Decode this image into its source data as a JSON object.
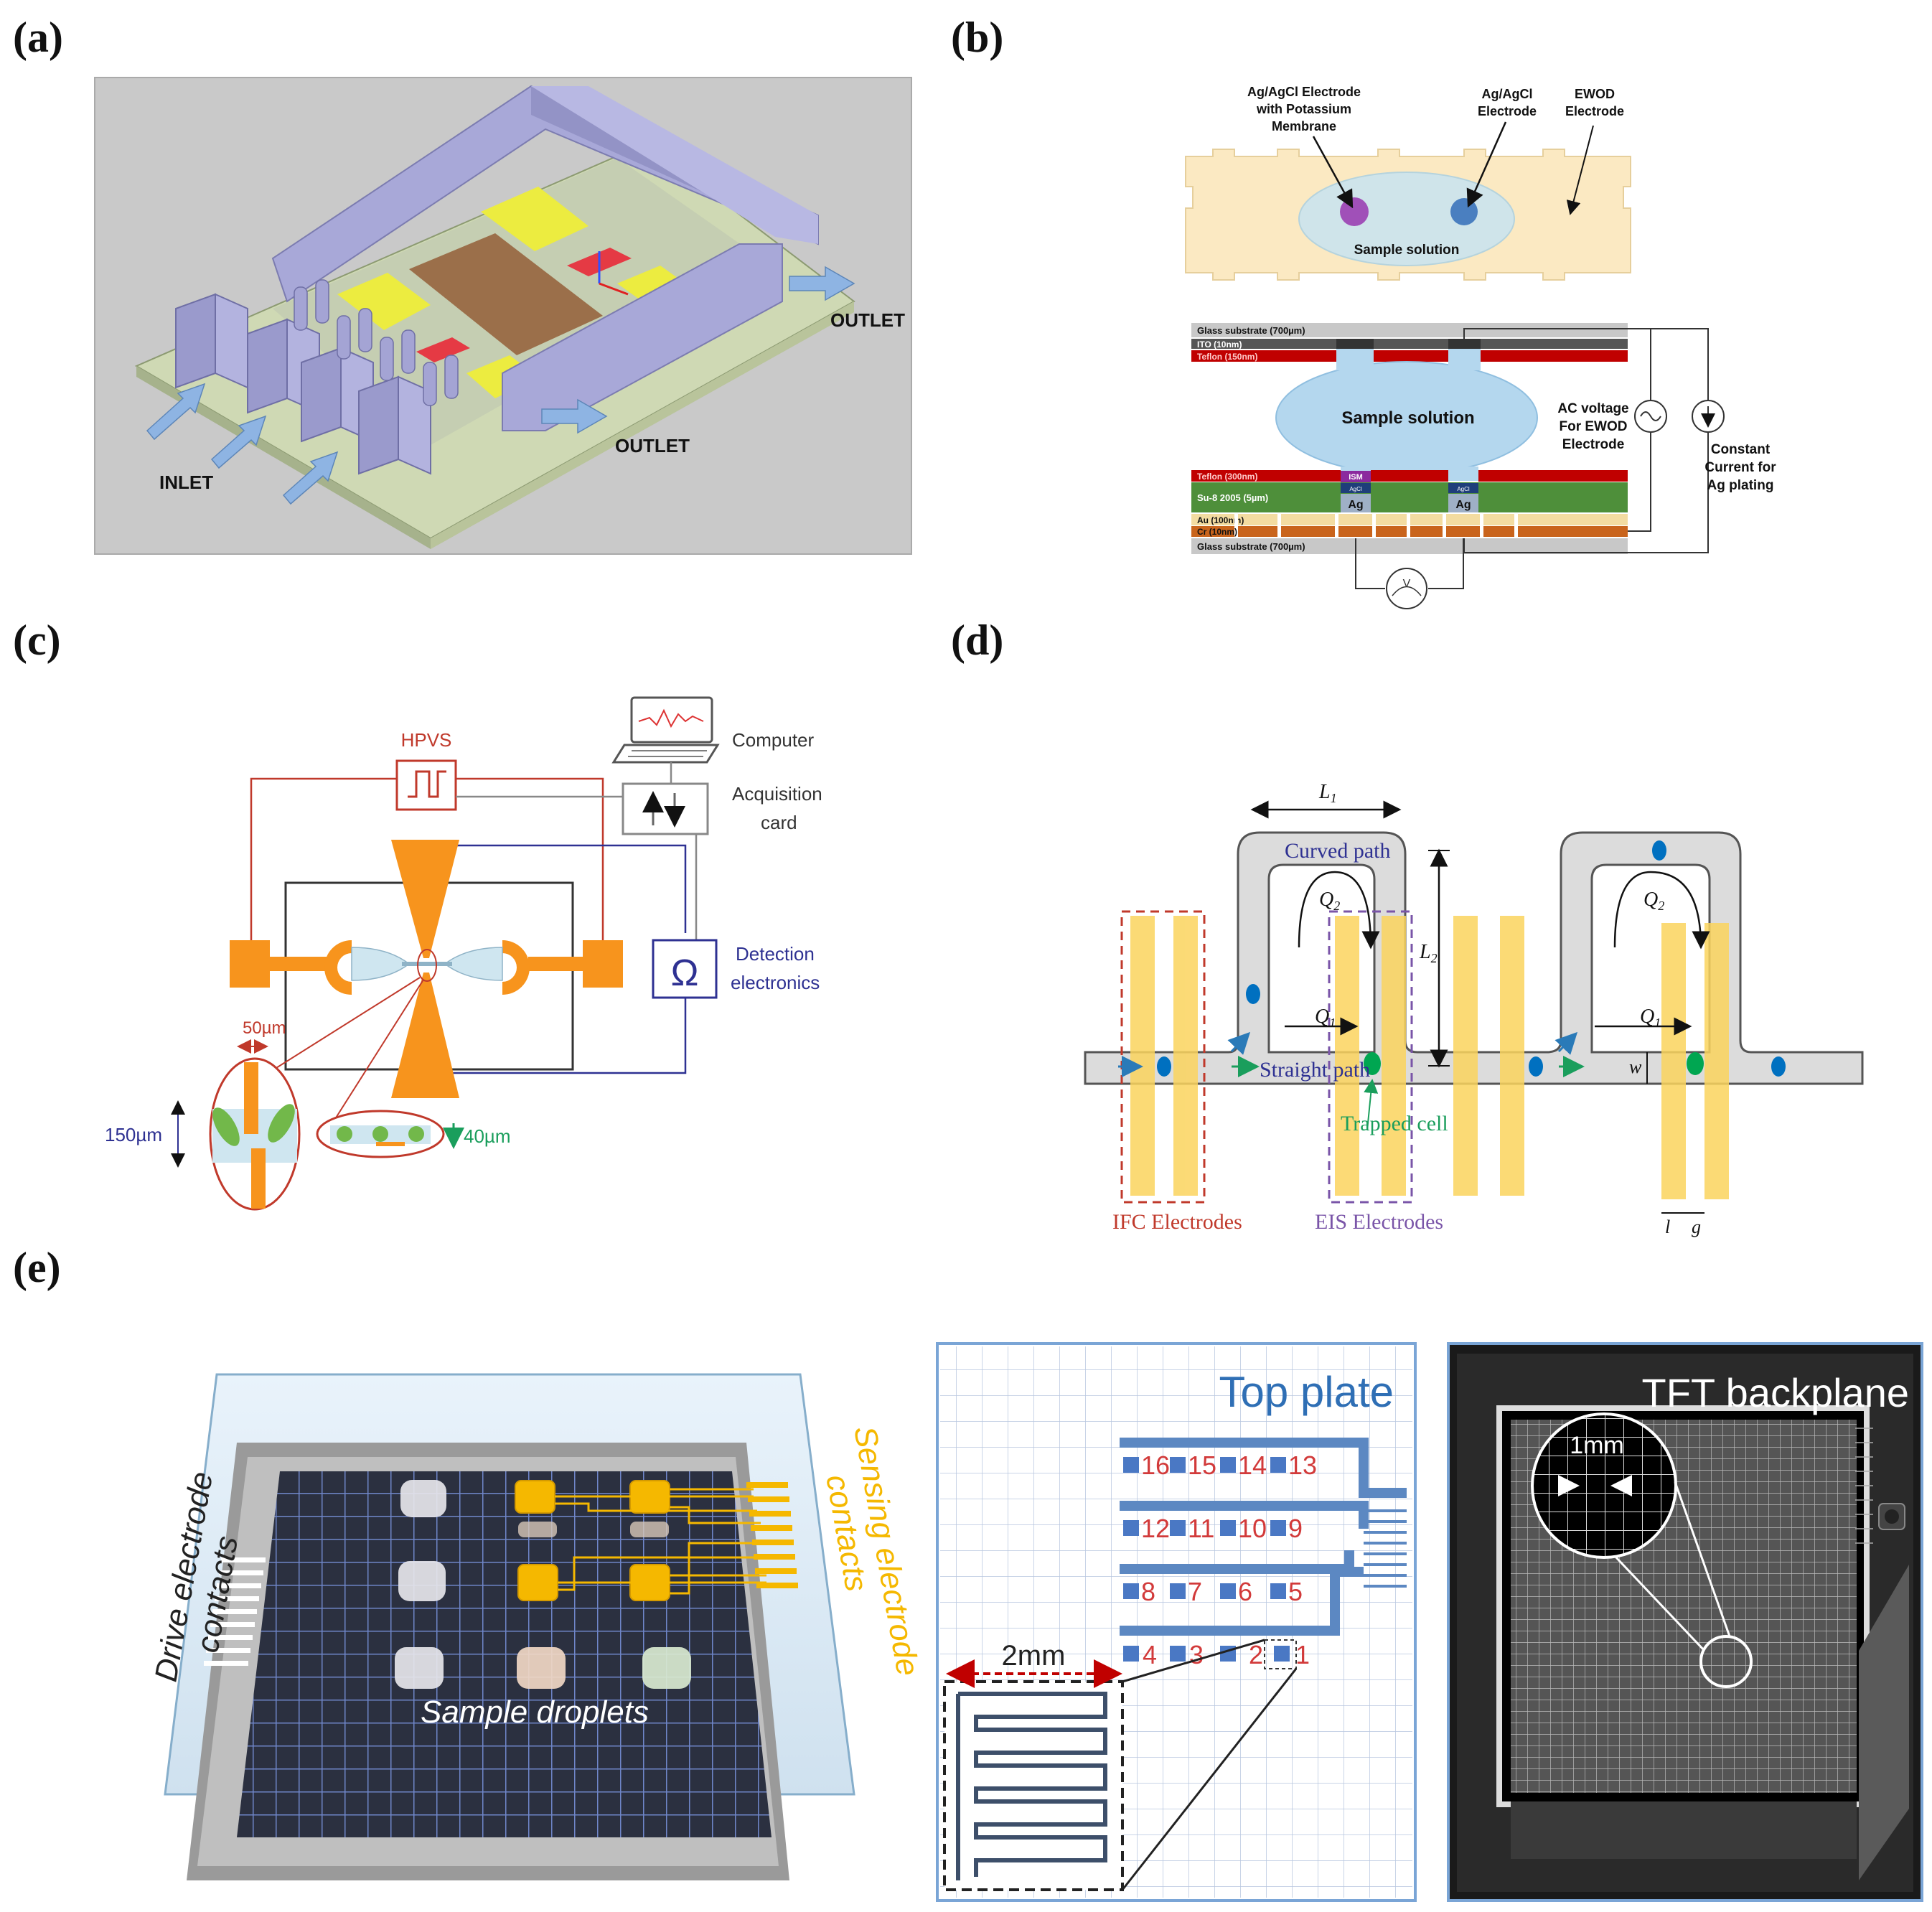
{
  "panels": {
    "a": {
      "label": "(a)",
      "inlet": "INLET",
      "outlet_1": "OUTLET",
      "outlet_2": "OUTLET"
    },
    "b": {
      "label": "(b)",
      "ag_agcl_k_line1": "Ag/AgCl Electrode",
      "ag_agcl_k_line2": "with Potassium",
      "ag_agcl_k_line3": "Membrane",
      "ag_agcl_line1": "Ag/AgCl",
      "ag_agcl_line2": "Electrode",
      "ewod_line1": "EWOD",
      "ewod_line2": "Electrode",
      "sample_top": "Sample solution",
      "glass_top": "Glass substrate (700µm)",
      "ito": "ITO (10nm)",
      "teflon_top": "Teflon (150nm)",
      "sample_mid": "Sample solution",
      "ac_line1": "AC voltage",
      "ac_line2": "For EWOD",
      "ac_line3": "Electrode",
      "cc_line1": "Constant",
      "cc_line2": "Current for",
      "cc_line3": "Ag plating",
      "teflon_bottom": "Teflon (300nm)",
      "su8": "Su-8 2005 (5µm)",
      "au": "Au (100nm)",
      "cr": "Cr (10nm)",
      "glass_bottom": "Glass substrate (700µm)",
      "ism": "ISM",
      "agcl_1": "AgCl",
      "agcl_2": "AgCl",
      "ag_1": "Ag",
      "ag_2": "Ag",
      "meter": "V"
    },
    "c": {
      "label": "(c)",
      "hpvs": "HPVS",
      "computer": "Computer",
      "acq_line1": "Acquisition",
      "acq_line2": "card",
      "det_line1": "Detection",
      "det_line2": "electronics",
      "dim_50": "50µm",
      "dim_150": "150µm",
      "dim_40": "40µm",
      "ohm": "Ω"
    },
    "d": {
      "label": "(d)",
      "l1": "L",
      "l1_sub": "1",
      "l2": "L",
      "l2_sub": "2",
      "curved_path": "Curved path",
      "q2": "Q",
      "q2_sub": "2",
      "q2b": "Q",
      "q2b_sub": "2",
      "q1": "Q",
      "q1_sub": "1",
      "q1b": "Q",
      "q1b_sub": "1",
      "straight_path": "Straight path",
      "trapped_cell": "Trapped cell",
      "w": "w",
      "ifc": "IFC Electrodes",
      "eis": "EIS Electrodes",
      "l_small": "l",
      "g_small": "g"
    },
    "e": {
      "label": "(e)",
      "drive_line1": "Drive electrode",
      "drive_line2": "contacts",
      "sensing_line1": "Sensing electrode",
      "sensing_line2": "contacts",
      "sample_droplets": "Sample droplets",
      "top_plate": "Top plate",
      "numbers_row1": [
        "16",
        "15",
        "14",
        "13"
      ],
      "numbers_row2": [
        "12",
        "11",
        "10",
        "9"
      ],
      "numbers_row3": [
        "8",
        "7",
        "6",
        "5"
      ],
      "numbers_row4": [
        "4",
        "3",
        "2",
        "1"
      ],
      "two_mm": "2mm",
      "tft_backplane": "TFT backplane",
      "one_mm": "1mm"
    }
  },
  "colors": {
    "inlet_arrow": "#8eb4e3",
    "chip_block": "#a8a8d8",
    "ewod_red": "#c00000",
    "su8_green": "#4e8f3a",
    "electrode_orange": "#f7941d",
    "hpvs_red": "#c0392b",
    "detection_blue": "#2e3192",
    "electrode_yellow": "#fbd45e",
    "cell_blue": "#0070c0",
    "trapped_green": "#00a651",
    "top_plate_blue": "#2f6fb5",
    "number_red": "#d23a3a",
    "sensing_gold": "#f5b800"
  }
}
